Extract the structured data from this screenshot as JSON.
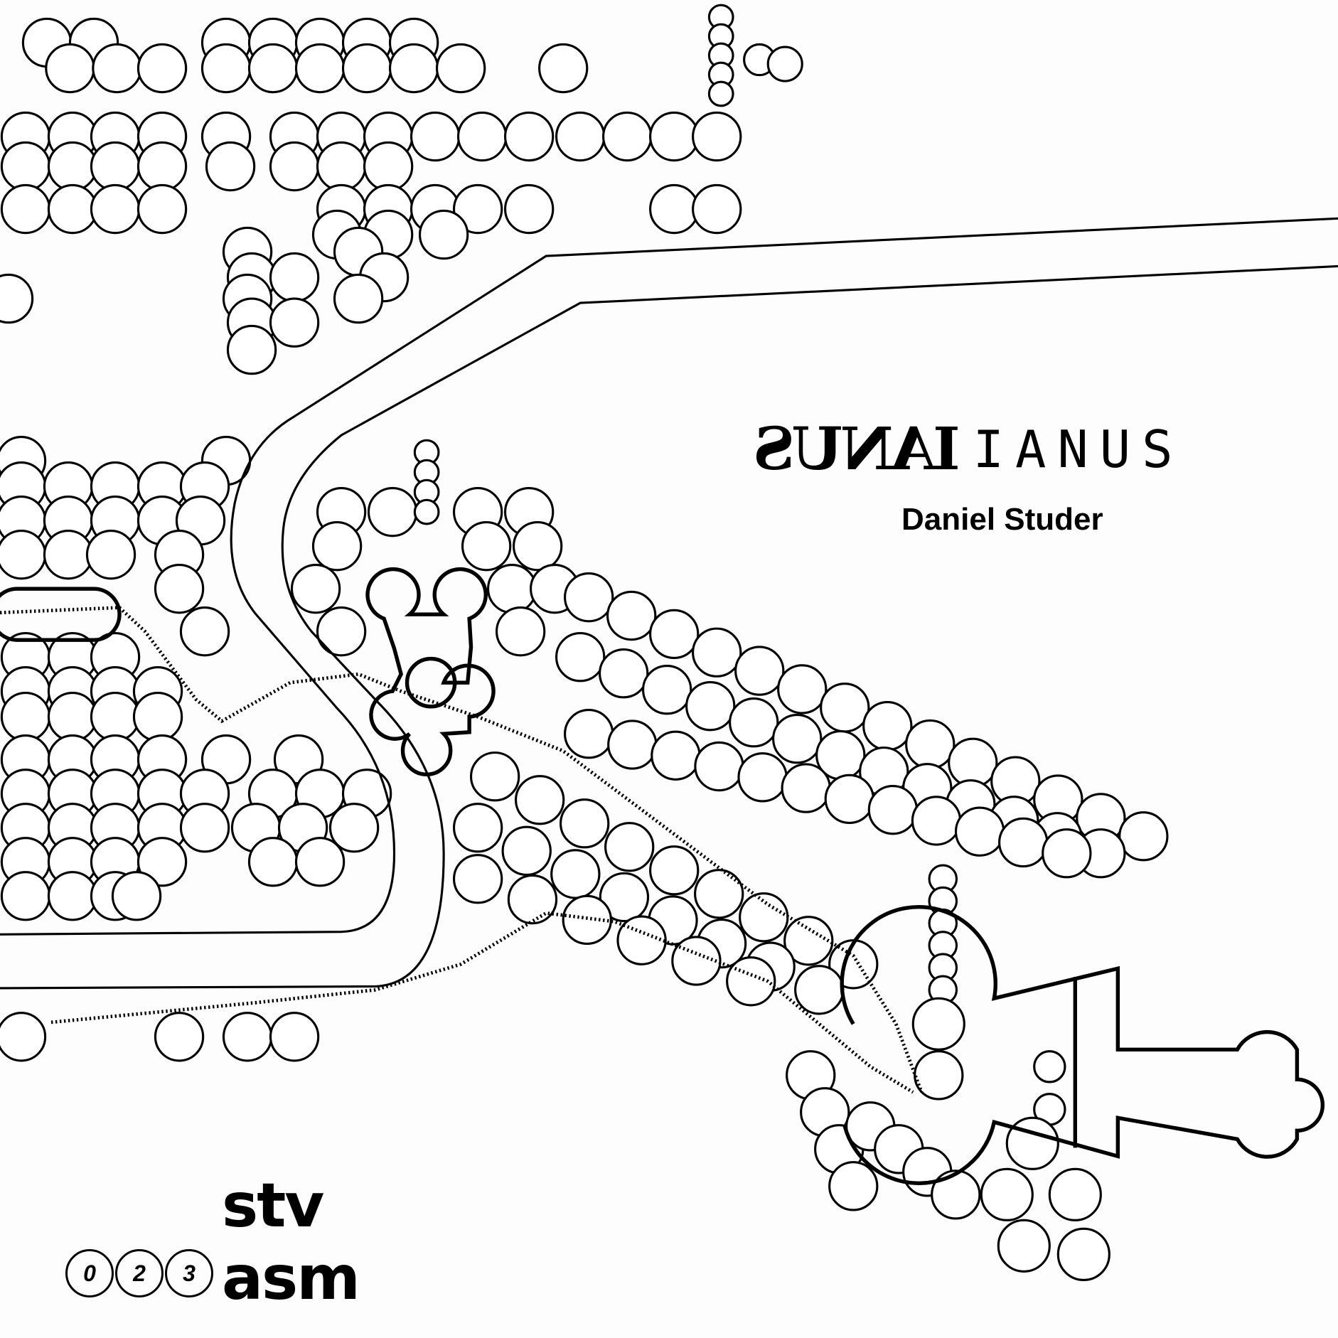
{
  "cover": {
    "title_mirrored": "IANUS",
    "title": "IANUS",
    "author": "Daniel Studer",
    "series_number": [
      "0",
      "2",
      "3"
    ],
    "publisher_logo_line1": "stv",
    "publisher_logo_line2": "asm"
  },
  "colors": {
    "ink": "#000000",
    "paper": "#fdfdfd"
  }
}
